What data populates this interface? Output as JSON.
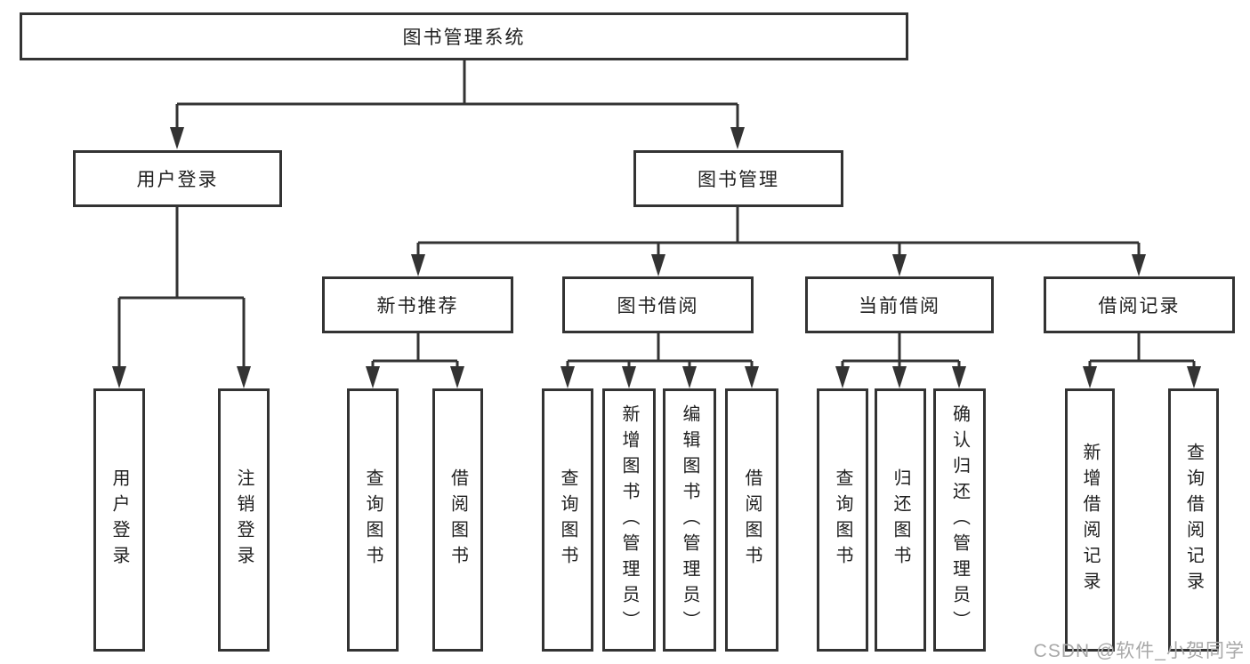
{
  "tree": {
    "label": "图书管理系统",
    "children": [
      {
        "label": "用户登录",
        "children": [
          {
            "label": "用户登录"
          },
          {
            "label": "注销登录"
          }
        ]
      },
      {
        "label": "图书管理",
        "children": [
          {
            "label": "新书推荐",
            "children": [
              {
                "label": "查询图书"
              },
              {
                "label": "借阅图书"
              }
            ]
          },
          {
            "label": "图书借阅",
            "children": [
              {
                "label": "查询图书"
              },
              {
                "label": "新增图书（管理员）"
              },
              {
                "label": "编辑图书（管理员）"
              },
              {
                "label": "借阅图书"
              }
            ]
          },
          {
            "label": "当前借阅",
            "children": [
              {
                "label": "查询图书"
              },
              {
                "label": "归还图书"
              },
              {
                "label": "确认归还（管理员）"
              }
            ]
          },
          {
            "label": "借阅记录",
            "children": [
              {
                "label": "新增借阅记录"
              },
              {
                "label": "查询借阅记录"
              }
            ]
          }
        ]
      }
    ]
  },
  "watermark": {
    "text": "CSDN @软件_小贺同学"
  },
  "colors": {
    "line": "#333333",
    "box_border": "#333333",
    "box_background": "#ffffff",
    "text": "#1f1f1f",
    "watermark": "#a8a8a8",
    "page_background": "#ffffff"
  }
}
